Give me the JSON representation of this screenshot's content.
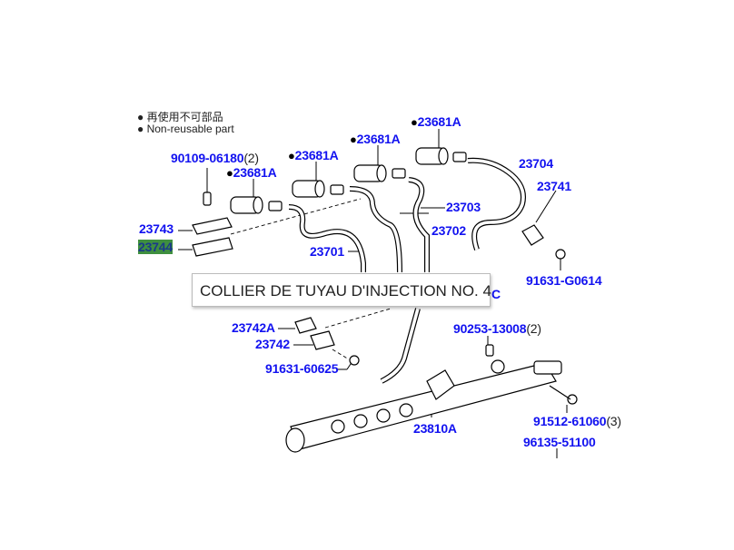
{
  "legend": {
    "items": [
      {
        "bullet": "●",
        "text": "再使用不可部品"
      },
      {
        "bullet": "●",
        "text": "Non-reusable part"
      }
    ]
  },
  "parts": {
    "p90109": {
      "number": "90109-06180",
      "qty": "(2)"
    },
    "p23681A_1": {
      "bullet": "●",
      "number": "23681A"
    },
    "p23681A_2": {
      "bullet": "●",
      "number": "23681A"
    },
    "p23681A_3": {
      "bullet": "●",
      "number": "23681A"
    },
    "p23681A_4": {
      "bullet": "●",
      "number": "23681A"
    },
    "p23704": {
      "number": "23704"
    },
    "p23741": {
      "number": "23741"
    },
    "p23743": {
      "number": "23743"
    },
    "p23744": {
      "number": "23744"
    },
    "p23703": {
      "number": "23703"
    },
    "p23702": {
      "number": "23702"
    },
    "p23701": {
      "number": "23701"
    },
    "p91631G": {
      "number": "91631-G0614"
    },
    "pC": {
      "number": "C"
    },
    "p23742A": {
      "number": "23742A"
    },
    "p23742": {
      "number": "23742"
    },
    "p91631_60625": {
      "number": "91631-60625"
    },
    "p90253": {
      "number": "90253-13008",
      "qty": "(2)"
    },
    "p23810A": {
      "number": "23810A"
    },
    "p91512": {
      "number": "91512-61060",
      "qty": "(3)"
    },
    "p96135": {
      "number": "96135-51100"
    }
  },
  "highlighted_part": "23744",
  "highlight_color": "#3f8f3f",
  "label_color": "#1212f0",
  "tooltip": {
    "text": "COLLIER DE TUYAU D'INJECTION NO. 4"
  }
}
